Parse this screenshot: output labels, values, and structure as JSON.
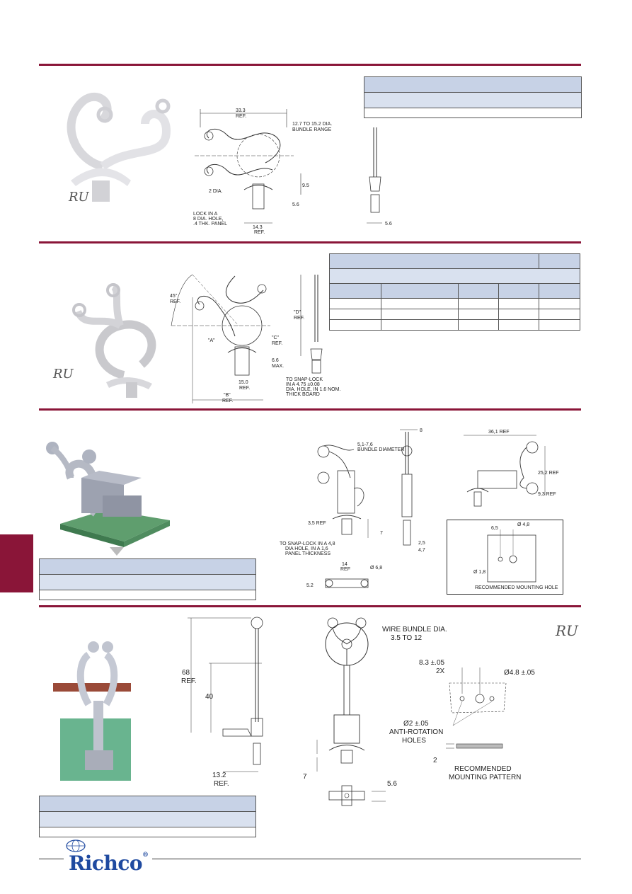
{
  "brand": {
    "name": "Richco",
    "color": "#1f4aa0",
    "accent": "#8a1538"
  },
  "section1": {
    "d1": "33.3",
    "d1b": "REF.",
    "d2": "12.7 TO 15.2 DIA.",
    "d3": "BUNDLE RANGE",
    "d4": "2 DIA.",
    "d5": "9.5",
    "d6": "5.6",
    "d7": "LOCK IN A",
    "d8": "8 DIA. HOLE,",
    "d9": ".4 THK. PANEL",
    "d10": "14.3",
    "d11": "REF.",
    "d12": "5.6"
  },
  "section2": {
    "a1": "45°",
    "a2": "REF.",
    "a3": "\"A\"",
    "a4": "\"C\"",
    "a5": "REF.",
    "a6": "6.6",
    "a7": "MAX.",
    "a8": "15.0",
    "a9": "REF.",
    "a10": "\"B\"",
    "a11": "REF.",
    "a12": "TO SNAP-LOCK",
    "a13": "IN A 4.75 ±0.08",
    "a14": "DIA. HOLE, IN 1.6 NOM.",
    "a15": "THICK BOARD",
    "a16": "\"D\"",
    "a17": "REF."
  },
  "section3": {
    "b1": "5,1-7,6",
    "b2": "BUNDLE DIAMETER",
    "b3": "3,5 REF",
    "b4": "7",
    "b5": "TO SNAP-LOCK IN A 4,8",
    "b6": "DIA HOLE, IN A 1,6",
    "b7": "PANEL THICKNESS",
    "b8": "8",
    "b9": "2,5",
    "b10": "4,7",
    "b11": "14",
    "b12": "REF",
    "b13": "Ø 6,8",
    "b14": "5.2",
    "b15": "36,1 REF",
    "b16": "25,2 REF",
    "b17": "9,3 REF",
    "b18": "6,5",
    "b19": "Ø 4,8",
    "b20": "Ø 1,8",
    "b21": "RECOMMENDED MOUNTING HOLE"
  },
  "section4": {
    "c1": "68",
    "c2": "REF.",
    "c3": "40",
    "c4": "13.2",
    "c5": "REF.",
    "c6": "WIRE BUNDLE DIA.",
    "c7": "3.5 TO 12",
    "c8": "7",
    "c9": "5.6",
    "c10": "8.3 ±.05",
    "c11": "2X",
    "c12": "Ø4.8 ±.05",
    "c13": "Ø2 ±.05",
    "c14": "ANTI-ROTATION",
    "c15": "HOLES",
    "c16": "2",
    "c17": "RECOMMENDED",
    "c18": "MOUNTING PATTERN"
  }
}
